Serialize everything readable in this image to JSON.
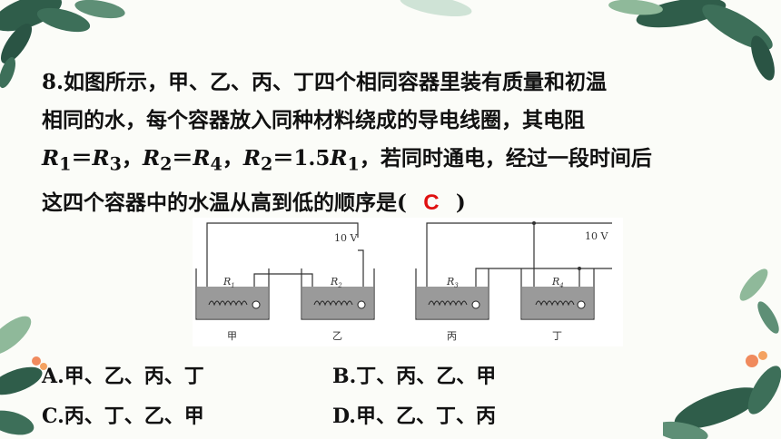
{
  "question": {
    "line1": "8.如图所示，甲、乙、丙、丁四个相同容器里装有质量和初温",
    "line2": "相同的水，每个容器放入同种材料绕成的导电线圈，其电阻",
    "line3_r1": "R",
    "line3_s1": "1",
    "line3_eq1": "＝",
    "line3_r3": "R",
    "line3_s3": "3",
    "line3_c1": "，",
    "line3_r2": "R",
    "line3_s2": "2",
    "line3_eq2": "＝",
    "line3_r4": "R",
    "line3_s4": "4",
    "line3_c2": "，",
    "line3_r2b": "R",
    "line3_s2b": "2",
    "line3_eq3": "＝1.5",
    "line3_r1b": "R",
    "line3_s1b": "1",
    "line3_tail": "，若同时通电，经过一段时间后",
    "line4_head": "这四个容器中的水温从高到低的顺序是(",
    "line4_tail": ")",
    "answer": "C"
  },
  "options": {
    "A": "A.甲、乙、丙、丁",
    "B": "B.丁、丙、乙、甲",
    "C": "C.丙、丁、乙、甲",
    "D": "D.甲、乙、丁、丙"
  },
  "figure": {
    "voltage_left": "10 V",
    "voltage_right": "10 V",
    "resistors": [
      "R",
      "R",
      "R",
      "R"
    ],
    "resistor_subs": [
      "1",
      "2",
      "3",
      "4"
    ],
    "containers": [
      "甲",
      "乙",
      "丙",
      "丁"
    ]
  },
  "colors": {
    "text": "#111111",
    "answer": "#e01010",
    "water": "#9a9a9a",
    "leaf_dark": "#2f5d4a",
    "leaf_light": "#8fb99a"
  }
}
